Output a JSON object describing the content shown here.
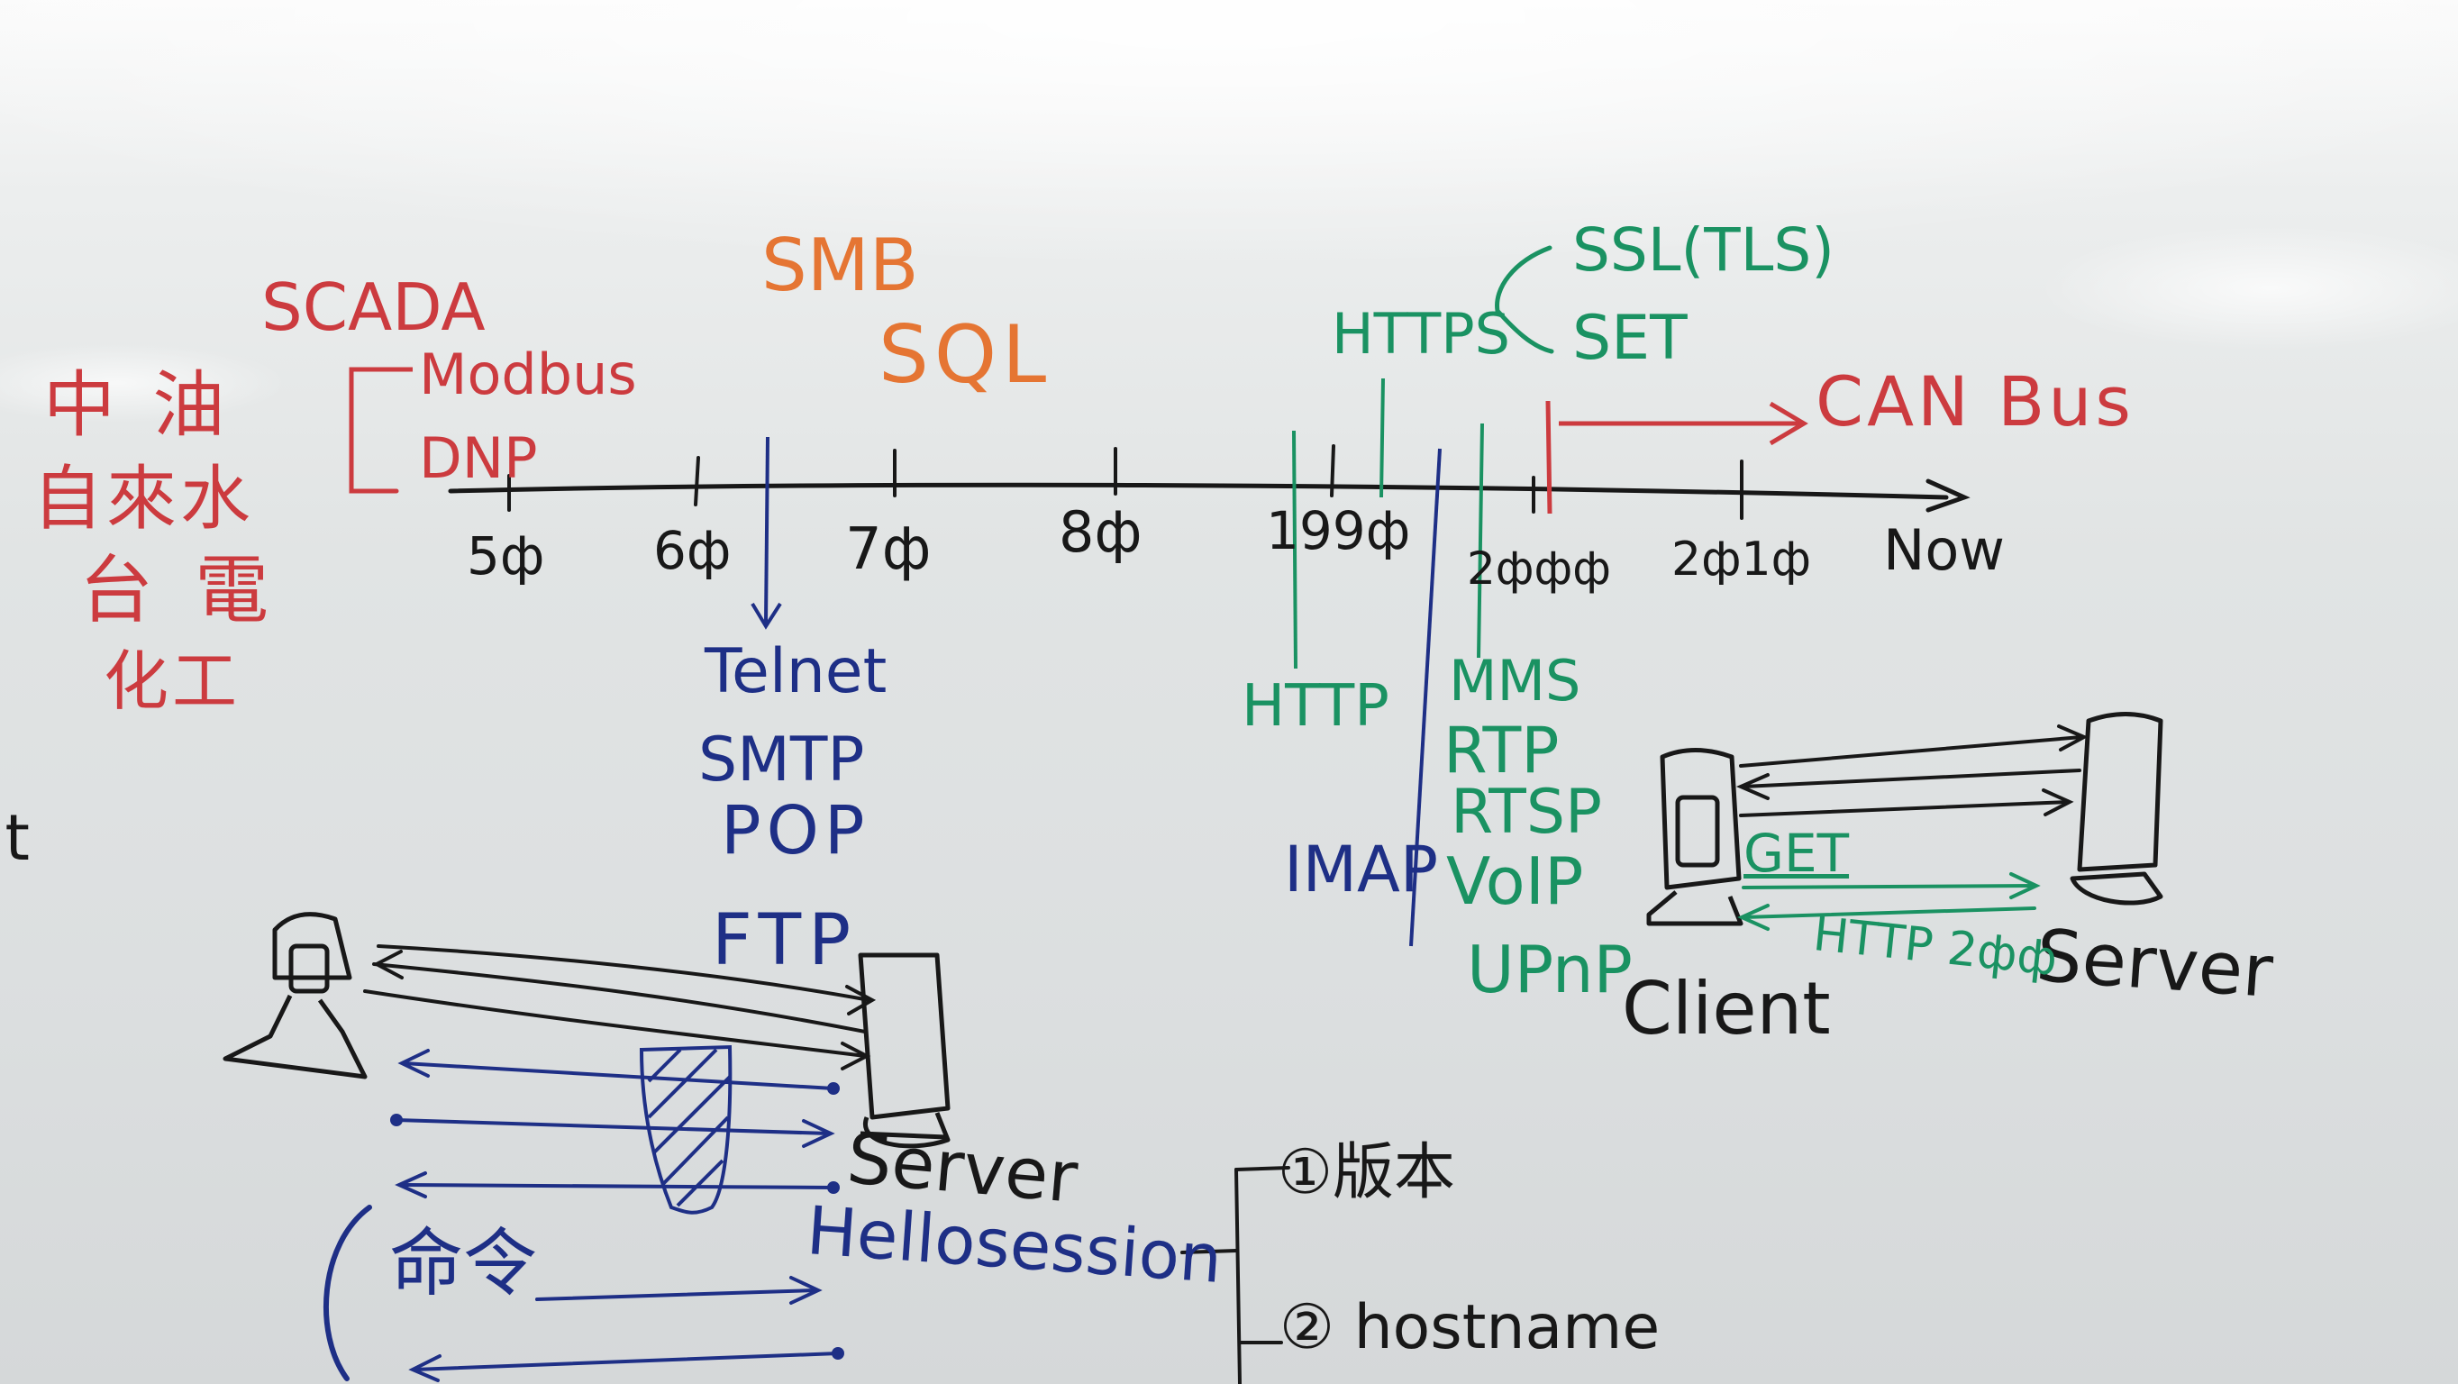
{
  "colors": {
    "red": "#cc3b3f",
    "orange": "#e57533",
    "blue": "#1e2f86",
    "green": "#1a9262",
    "black": "#181818",
    "board": "#e1e4e4"
  },
  "red_notes": {
    "cjk_lines": [
      "中 油",
      "自來水",
      "台 電",
      "化工"
    ],
    "scada": "SCADA",
    "modbus": "Modbus",
    "dnp": "DNP"
  },
  "orange_notes": {
    "smb": "SMB",
    "sql": "SQL"
  },
  "timeline": {
    "ticks": [
      "5ф",
      "6ф",
      "7ф",
      "8ф",
      "199ф",
      "2ффф",
      "2ф1ф",
      "Now"
    ]
  },
  "blue_protocols": {
    "telnet": "Telnet",
    "smtp": "SMTP",
    "pop": "POP",
    "ftp": "FTP",
    "imap": "IMAP"
  },
  "green_protocols": {
    "https": "HTTPS",
    "ssl": "SSL(TLS)",
    "set": "SET",
    "http": "HTTP",
    "mms": "MMS",
    "rtp": "RTP",
    "rtsp": "RTSP",
    "voip": "VoIP",
    "upnp": "UPnP"
  },
  "canbus": "CAN Bus",
  "left_diagram": {
    "server": "Server",
    "hello_session": "Hellosession",
    "command": "命令",
    "items": [
      "①版本",
      "② hostname"
    ]
  },
  "right_diagram": {
    "client": "Client",
    "server": "Server",
    "get": "GET",
    "http200": "HTTP 2фф"
  },
  "edge_text": "it"
}
